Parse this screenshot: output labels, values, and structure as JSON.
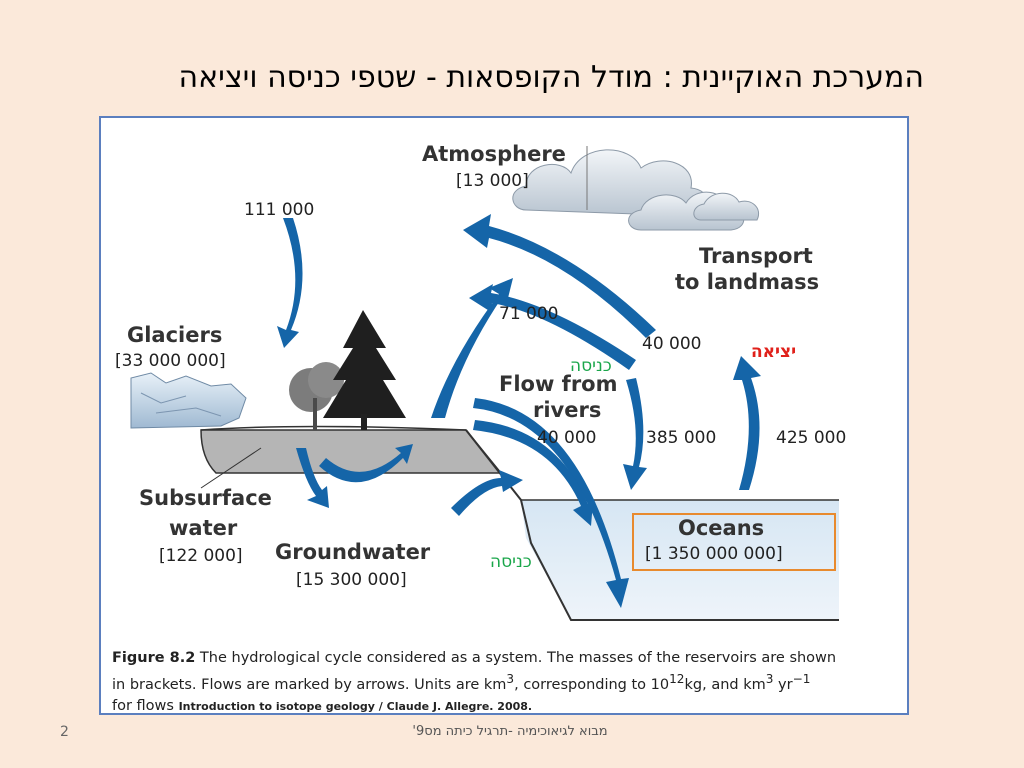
{
  "slide": {
    "title": "המערכת האוקיינית : מודל הקופסאות - שטפי כניסה ויציאה",
    "footer": "מבוא לגיאוכימיה -תרגיל כיתה מס9'",
    "page_number": "2"
  },
  "diagram": {
    "reservoirs": {
      "atmosphere": {
        "name": "Atmosphere",
        "mass": "[13 000]"
      },
      "glaciers": {
        "name": "Glaciers",
        "mass": "[33 000 000]"
      },
      "subsurface": {
        "name_line1": "Subsurface",
        "name_line2": "water",
        "mass": "[122 000]"
      },
      "groundwater": {
        "name": "Groundwater",
        "mass": "[15 300 000]"
      },
      "oceans": {
        "name": "Oceans",
        "mass": "[1 350 000 000]"
      }
    },
    "process_labels": {
      "transport_line1": "Transport",
      "transport_line2": "to landmass",
      "rivers_line1": "Flow from",
      "rivers_line2": "rivers"
    },
    "flows": {
      "precip_land": "111 000",
      "evap_land": "71 000",
      "transport": "40 000",
      "rivers": "40 000",
      "precip_ocean": "385 000",
      "evap_ocean": "425 000"
    },
    "annotations": {
      "inflow_top": "כניסה",
      "inflow_bottom": "כניסה",
      "outflow": "יציאה"
    },
    "caption": {
      "figure_no": "Figure 8.2",
      "text_line1": "The hydrological cycle considered as a system. The masses of the reservoirs are shown",
      "text_line2a": "in brackets. Flows are marked by arrows. Units are km",
      "text_line2b": ", corresponding to 10",
      "text_line2c": "kg, and km",
      "text_line2d": " yr",
      "sup_3": "3",
      "sup_12": "12",
      "sup_minus1": "−1",
      "text_line3": "for flows",
      "credit": "Introduction to isotope geology / Claude J. Allegre. 2008."
    },
    "colors": {
      "arrow_blue": "#1565a8",
      "ocean_box": "#e88a2e",
      "frame": "#5b7fbf",
      "inflow_green": "#1aa64a",
      "outflow_red": "#e0201a"
    }
  }
}
